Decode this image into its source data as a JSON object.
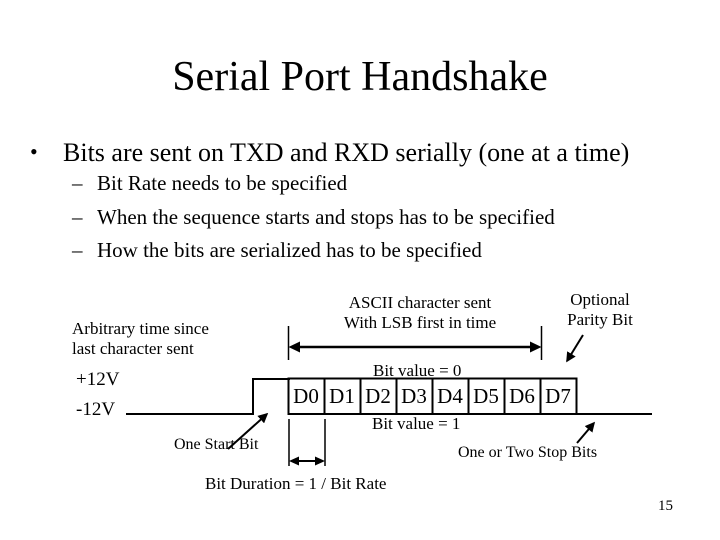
{
  "slide": {
    "title": "Serial Port Handshake",
    "page_number": "15"
  },
  "colors": {
    "background": "#ffffff",
    "foreground": "#000000"
  },
  "bullets": {
    "main_marker": "•",
    "main": "Bits are sent on TXD and RXD serially (one at a time)",
    "sub_marker": "–",
    "sub": [
      "Bit Rate needs to be specified",
      "When the sequence starts and stops has to be specified",
      "How the bits are serialized has to be specified"
    ]
  },
  "diagram": {
    "arbitrary_time_line1": "Arbitrary time since",
    "arbitrary_time_line2": "last character sent",
    "ascii_line1": "ASCII character sent",
    "ascii_line2": "With LSB first in time",
    "parity_line1": "Optional",
    "parity_line2": "Parity Bit",
    "voltage_high": "+12V",
    "voltage_low": "-12V",
    "bit_value_high": "Bit value = 0",
    "bit_value_low": "Bit value = 1",
    "bit_labels": [
      "D0",
      "D1",
      "D2",
      "D3",
      "D4",
      "D5",
      "D6",
      "D7"
    ],
    "start_bit_label": "One Start Bit",
    "stop_bits_label": "One or Two Stop Bits",
    "bit_duration_label": "Bit Duration = 1 / Bit Rate"
  }
}
